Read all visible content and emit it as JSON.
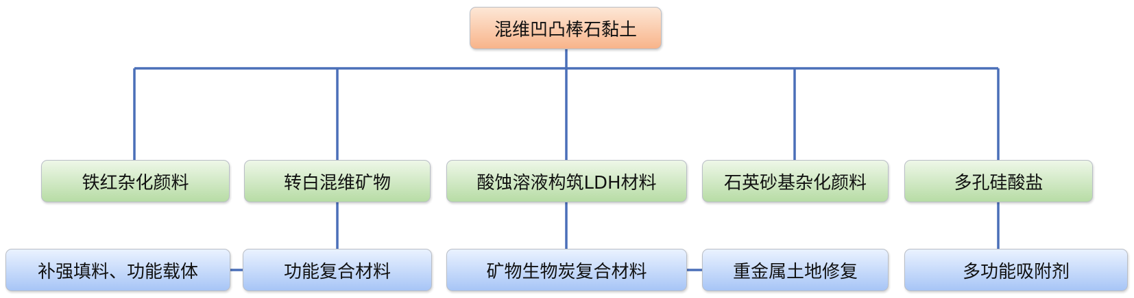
{
  "root": {
    "label": "混维凹凸棒石黏土"
  },
  "level1": [
    {
      "label": "铁红杂化颜料"
    },
    {
      "label": "转白混维矿物"
    },
    {
      "label": "酸蚀溶液构筑LDH材料"
    },
    {
      "label": "石英砂基杂化颜料"
    },
    {
      "label": "多孔硅酸盐"
    }
  ],
  "level2": [
    {
      "label": "补强填料、功能载体"
    },
    {
      "label": "功能复合材料"
    },
    {
      "label": "矿物生物炭复合材料"
    },
    {
      "label": "重金属土地修复"
    },
    {
      "label": "多功能吸附剂"
    }
  ],
  "colors": {
    "connector": "#4a6fb8",
    "root_fill": "#f8b48a",
    "level1_fill": "#b7dca5",
    "level2_fill": "#a7c5f6"
  }
}
